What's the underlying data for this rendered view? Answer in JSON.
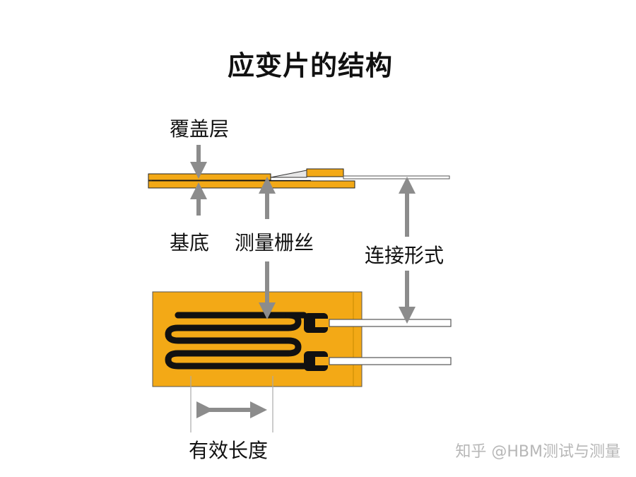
{
  "title": "应变片的结构",
  "labels": {
    "cover": "覆盖层",
    "substrate": "基底",
    "grid": "测量栅丝",
    "connection": "连接形式",
    "gauge_length": "有效长度"
  },
  "watermark": "知乎 @HBM测试与测量",
  "colors": {
    "foil_orange": "#f3a916",
    "grid_black": "#111111",
    "arrow_gray": "#8c8c8c",
    "text": "#111111"
  }
}
